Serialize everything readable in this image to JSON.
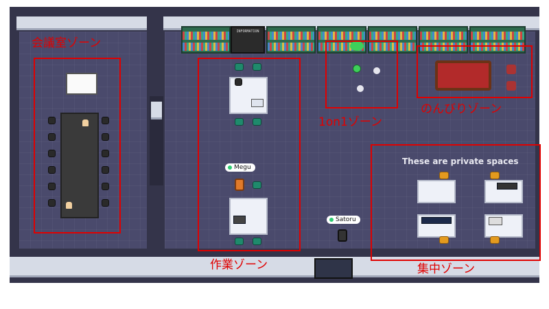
{
  "map": {
    "info_board_text": "INFORMATION",
    "private_spaces_text": "These are private spaces"
  },
  "avatars": [
    {
      "name": "Megu",
      "status": "online",
      "status_color": "#2ecc71"
    },
    {
      "name": "Satoru",
      "status": "online",
      "status_color": "#2ecc71"
    }
  ],
  "zones": [
    {
      "id": "meeting",
      "label": "会議室ゾーン"
    },
    {
      "id": "work",
      "label": "作業ゾーン"
    },
    {
      "id": "one-on-one",
      "label": "1on1ゾーン"
    },
    {
      "id": "relax",
      "label": "のんびりゾーン"
    },
    {
      "id": "focus",
      "label": "集中ゾーン"
    }
  ],
  "colors": {
    "annotation": "#e00000",
    "floor": "#4a4a6c",
    "wall": "#d6dbe6"
  }
}
